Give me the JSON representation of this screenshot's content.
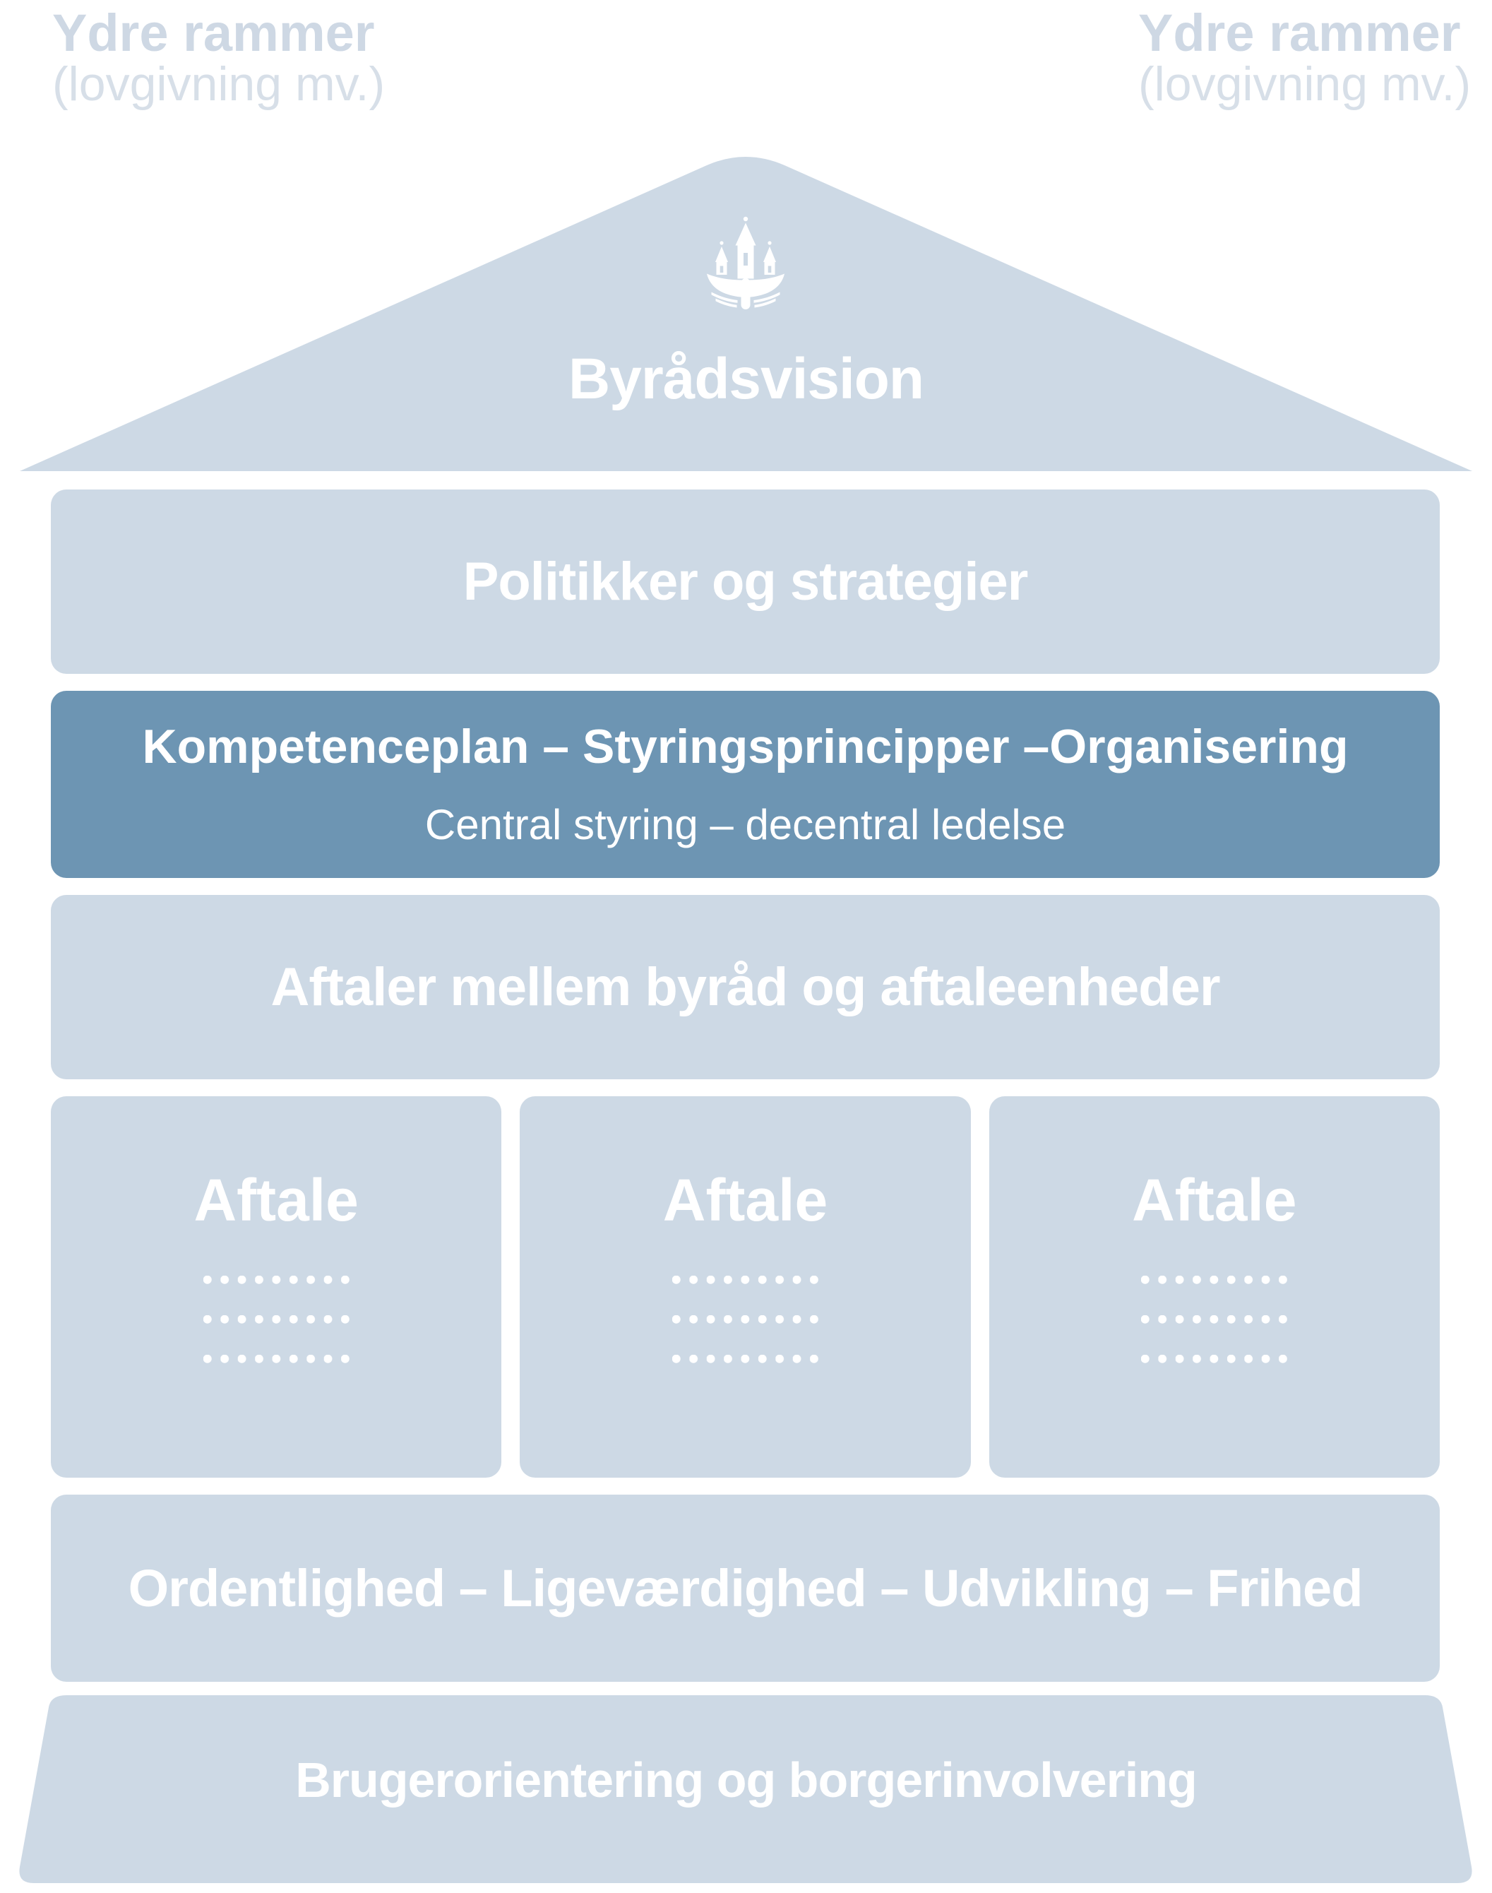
{
  "colors": {
    "light_blue": "#CDD9E5",
    "dark_blue": "#6D95B3",
    "band_text": "#FFFFFF",
    "outer_title": "#CED8E4",
    "outer_subtitle": "#D7DFE8"
  },
  "outer_left": {
    "title": "Ydre rammer",
    "subtitle": "(lovgivning mv.)"
  },
  "outer_right": {
    "title": "Ydre rammer",
    "subtitle": "(lovgivning mv.)"
  },
  "roof": {
    "icon": "castle-waves-icon",
    "label": "Byrådsvision"
  },
  "bands": {
    "politics": "Politikker og strategier",
    "competence_title": "Kompetenceplan – Styringsprincipper –Organisering",
    "competence_subtitle": "Central styring – decentral ledelse",
    "agreements": "Aftaler mellem byråd og aftaleenheder",
    "values": "Ordentlighed – Ligeværdighed – Udvikling – Frihed",
    "base": "Brugerorientering og borgerinvolvering"
  },
  "aftale_boxes": [
    {
      "label": "Aftale"
    },
    {
      "label": "Aftale"
    },
    {
      "label": "Aftale"
    }
  ]
}
